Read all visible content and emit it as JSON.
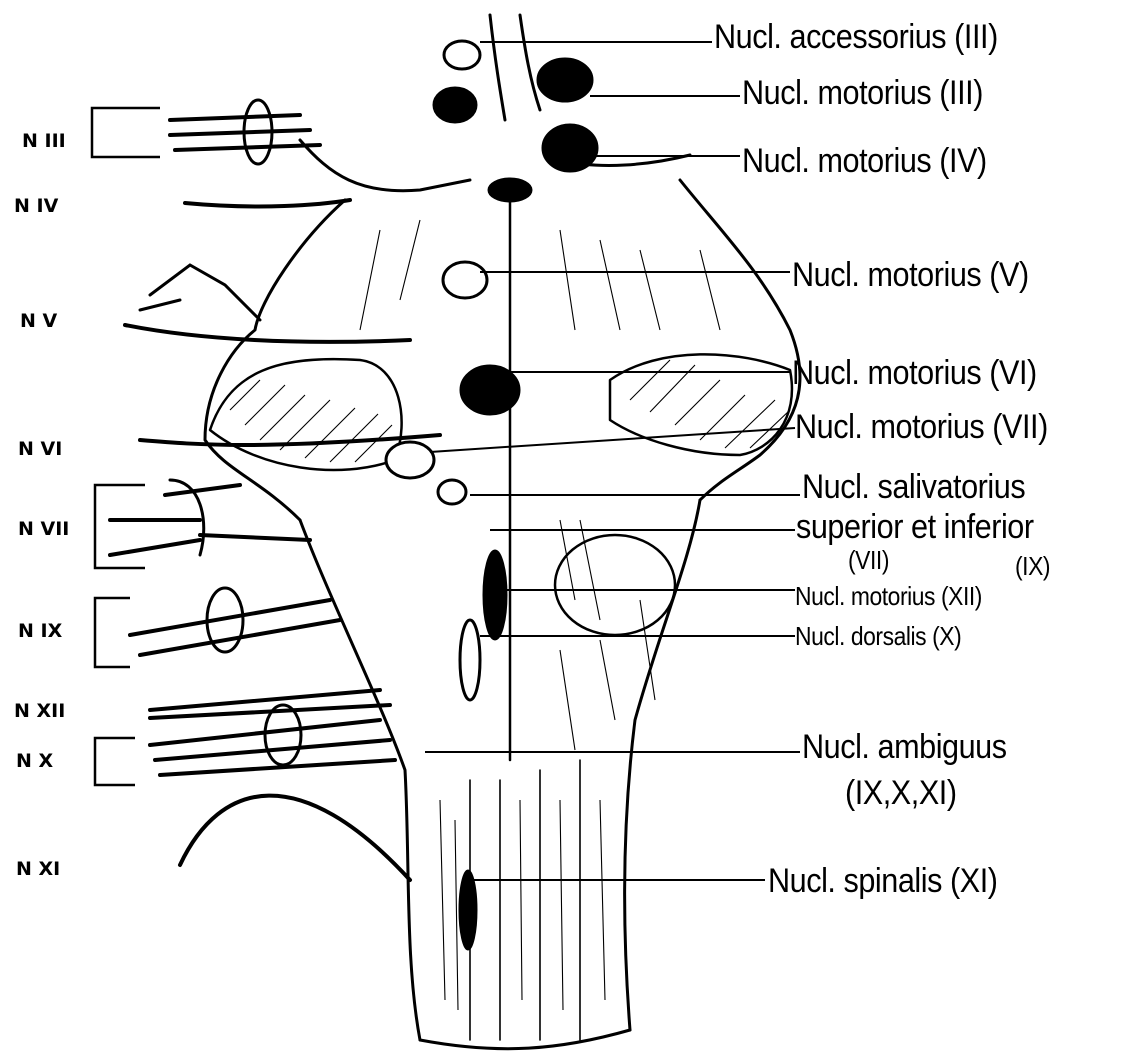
{
  "nerve_labels": {
    "n3": "N III",
    "n4": "N IV",
    "n5": "N V",
    "n6": "N VI",
    "n7": "N VII",
    "n9": "N IX",
    "n12": "N XII",
    "n10": "N X",
    "n11": "N XI"
  },
  "nucleus_labels": {
    "accessorius_3": "Nucl. accessorius (III)",
    "motorius_3": "Nucl. motorius (III)",
    "motorius_4": "Nucl. motorius (IV)",
    "motorius_5": "Nucl. motorius (V)",
    "motorius_6": "Nucl. motorius (VI)",
    "motorius_7": "Nucl. motorius (VII)",
    "salivatorius_line1": "Nucl. salivatorius",
    "salivatorius_line2": "superior et inferior",
    "salivatorius_sub_7": "(VII)",
    "salivatorius_sub_9": "(IX)",
    "motorius_12": "Nucl. motorius (XII)",
    "dorsalis_10": "Nucl. dorsalis (X)",
    "ambiguus_line1": "Nucl. ambiguus",
    "ambiguus_line2": "(IX,X,XI)",
    "spinalis_11": "Nucl. spinalis (XI)"
  },
  "colors": {
    "ink": "#000000",
    "paper": "#ffffff"
  }
}
